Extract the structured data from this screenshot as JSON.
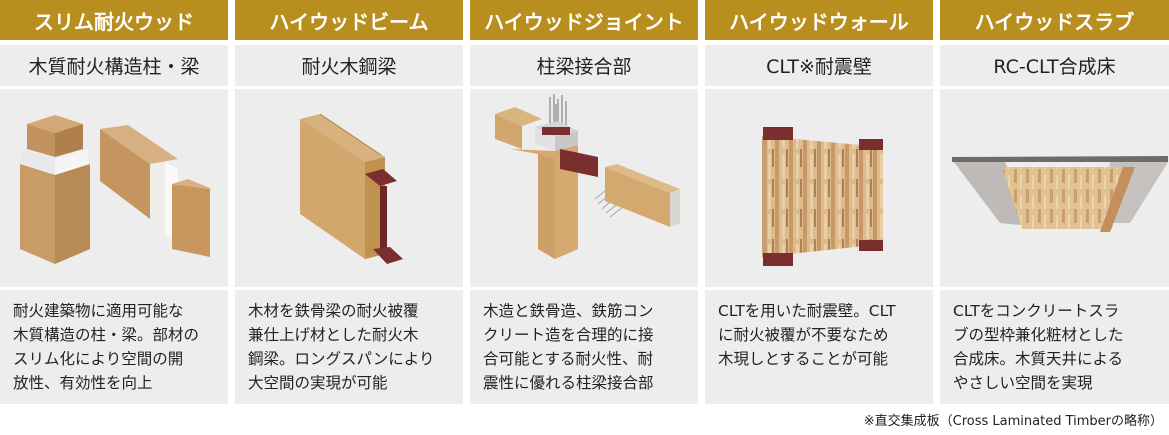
{
  "colors": {
    "header_bg": "#B88F1E",
    "cell_bg": "#EDEDED",
    "header_text": "#FFFFFF",
    "body_text": "#222222",
    "steel": "#6E2525"
  },
  "columns": [
    {
      "title": "スリム耐火ウッド",
      "subtitle": "木質耐火構造柱・梁",
      "image": "slim-fireproof-wood-column-beam-illustration",
      "description": [
        "耐火建築物に適用可能な",
        "木質構造の柱・梁。部材の",
        "スリム化により空間の開",
        "放性、有効性を向上"
      ]
    },
    {
      "title": "ハイウッドビーム",
      "subtitle": "耐火木鋼梁",
      "image": "wood-steel-beam-illustration",
      "description": [
        "木材を鉄骨梁の耐火被覆",
        "兼仕上げ材とした耐火木",
        "鋼梁。ロングスパンにより",
        "大空間の実現が可能"
      ]
    },
    {
      "title": "ハイウッドジョイント",
      "subtitle": "柱梁接合部",
      "image": "column-beam-joint-illustration",
      "description": [
        "木造と鉄骨造、鉄筋コン",
        "クリート造を合理的に接",
        "合可能とする耐火性、耐",
        "震性に優れる柱梁接合部"
      ]
    },
    {
      "title": "ハイウッドウォール",
      "subtitle": "CLT※耐震壁",
      "image": "clt-seismic-wall-illustration",
      "description": [
        "CLTを用いた耐震壁。CLT",
        "に耐火被覆が不要なため",
        "木現しとすることが可能"
      ]
    },
    {
      "title": "ハイウッドスラブ",
      "subtitle": "RC-CLT合成床",
      "image": "rc-clt-composite-slab-illustration",
      "description": [
        "CLTをコンクリートスラ",
        "ブの型枠兼化粧材とした",
        "合成床。木質天井による",
        "やさしい空間を実現"
      ]
    }
  ],
  "footnote": "※直交集成板（Cross Laminated Timberの略称）"
}
